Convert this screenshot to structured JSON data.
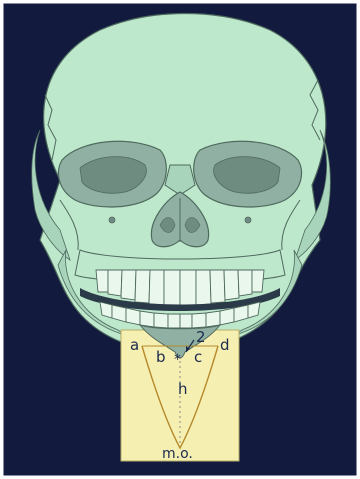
{
  "diagram": {
    "labels": {
      "a": "a",
      "b": "b",
      "c": "c",
      "d": "d",
      "two": "2",
      "h": "h",
      "star": "*",
      "mo": "m.o."
    },
    "colors": {
      "background": "#121a3e",
      "bone": "#bde8cc",
      "bone_outline": "#4f6a5e",
      "shadow": "#8fb0a2",
      "cavity": "#6f8c80",
      "panel": "#f6efb2",
      "triangle": "#b58a2c"
    }
  }
}
